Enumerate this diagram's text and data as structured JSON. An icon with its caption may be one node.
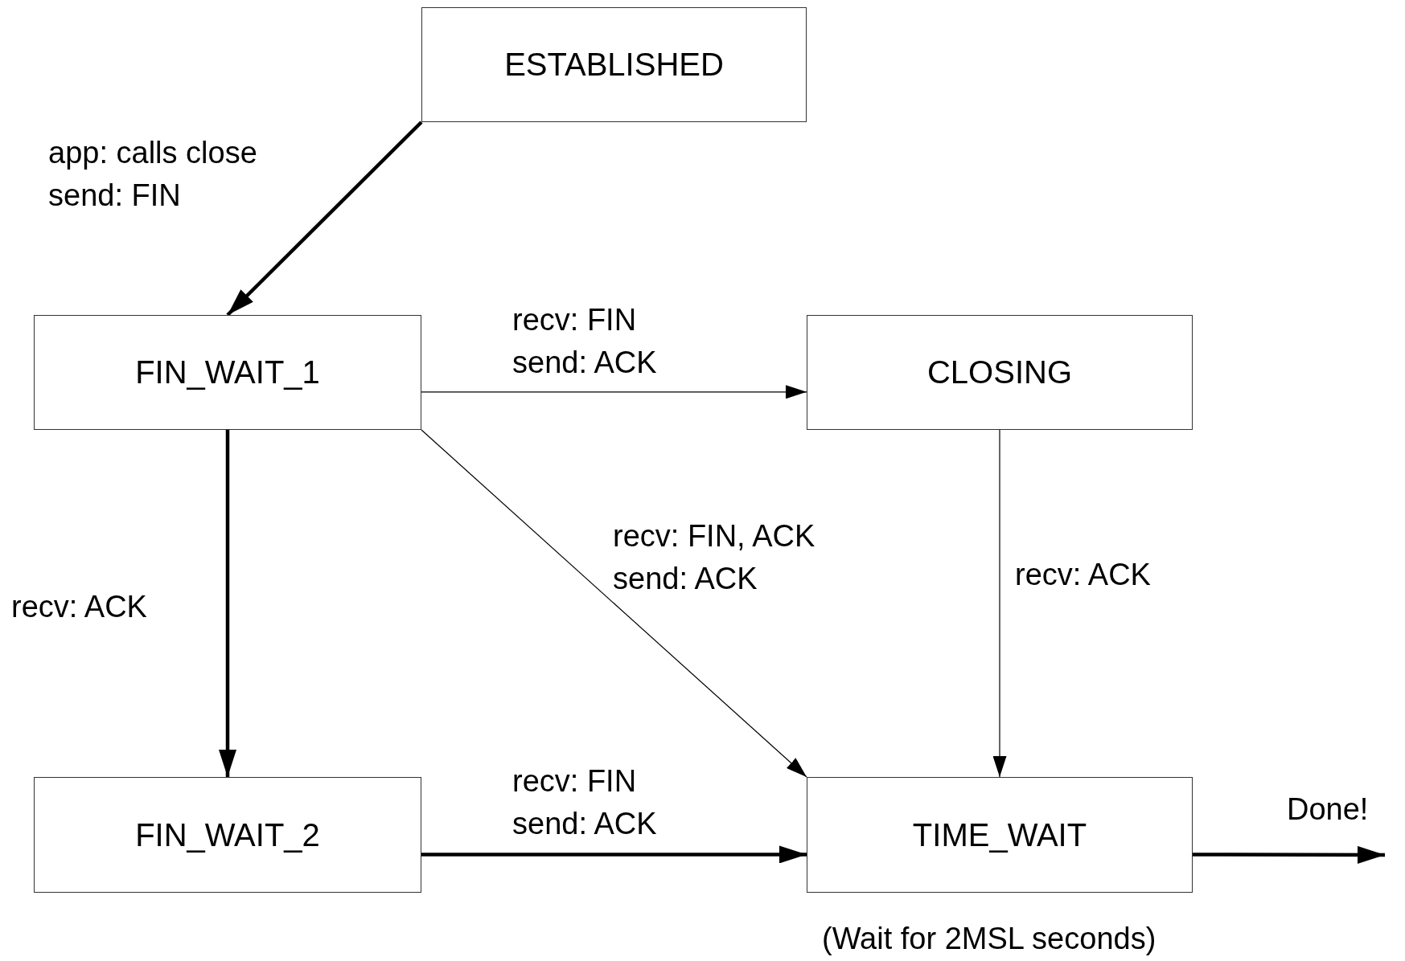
{
  "diagram": {
    "nodes": [
      {
        "text": [
          "ESTABLISHED"
        ]
      },
      {
        "text": [
          "FIN_WAIT_1"
        ]
      },
      {
        "text": [
          "CLOSING"
        ]
      },
      {
        "text": [
          "FIN_WAIT_2"
        ]
      },
      {
        "text": [
          "TIME_WAIT"
        ],
        "beside": [
          "(Wait for 2MSL seconds)"
        ]
      }
    ],
    "edges": [
      {
        "from": 0,
        "to": 1,
        "arrow": "to",
        "label": "app: calls close send: FIN"
      },
      {
        "from": 1,
        "to": 2,
        "arrow": "to",
        "label": "recv: FIN send: ACK"
      },
      {
        "from": 1,
        "to": 4,
        "arrow": "to",
        "label": "recv: FIN, ACK send: ACK"
      },
      {
        "from": 2,
        "to": 4,
        "arrow": "to",
        "label": "recv: ACK"
      },
      {
        "from": 1,
        "to": 3,
        "arrow": "to",
        "label": "recv: ACK"
      },
      {
        "from": 3,
        "to": 4,
        "arrow": "to",
        "label": "recv: FIN send: ACK"
      },
      {
        "from": 4,
        "to": null,
        "arrow": "to",
        "label": "Done!"
      }
    ]
  }
}
